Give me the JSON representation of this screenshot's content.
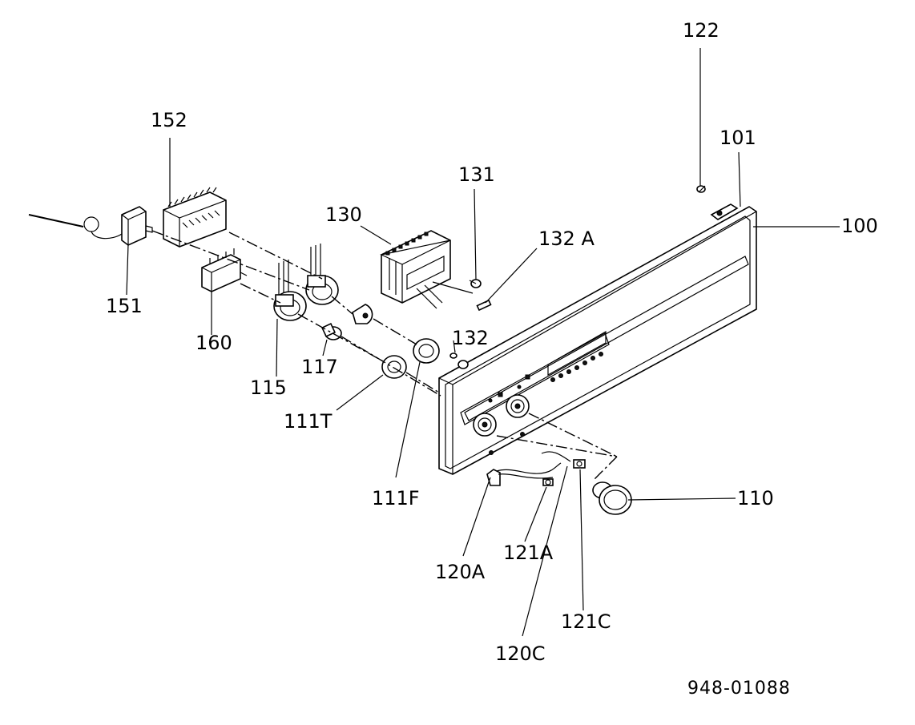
{
  "labels": {
    "l100": "100",
    "l101": "101",
    "l110": "110",
    "l111F": "111F",
    "l111T": "111T",
    "l115": "115",
    "l117": "117",
    "l120A": "120A",
    "l120C": "120C",
    "l121A": "121A",
    "l121C": "121C",
    "l122": "122",
    "l130": "130",
    "l131": "131",
    "l132": "132",
    "l132A": "132 A",
    "l151": "151",
    "l152": "152",
    "l160": "160"
  },
  "drawing_number": "948-01088"
}
